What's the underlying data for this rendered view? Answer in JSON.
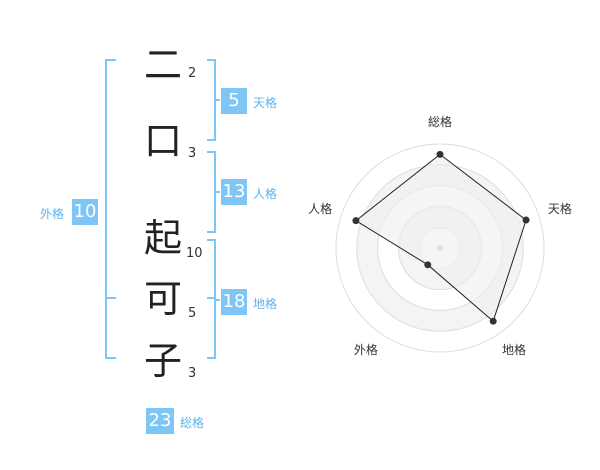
{
  "name": {
    "characters": [
      {
        "char": "二",
        "strokes": "2"
      },
      {
        "char": "口",
        "strokes": "3"
      },
      {
        "char": "起",
        "strokes": "10"
      },
      {
        "char": "可",
        "strokes": "5"
      },
      {
        "char": "子",
        "strokes": "3"
      }
    ]
  },
  "kaku": {
    "tenkaku": {
      "value": "5",
      "label": "天格"
    },
    "jinkaku": {
      "value": "13",
      "label": "人格"
    },
    "chikaku": {
      "value": "18",
      "label": "地格"
    },
    "gaikaku": {
      "value": "10",
      "label": "外格"
    },
    "soukaku": {
      "value": "23",
      "label": "総格"
    }
  },
  "colors": {
    "accent": "#7ec6f5",
    "bracket": "#7ec6f5",
    "text": "#222222"
  },
  "chart_data": {
    "type": "radar",
    "axes": [
      "総格",
      "天格",
      "地格",
      "外格",
      "人格"
    ],
    "values": [
      0.9,
      0.87,
      0.87,
      0.2,
      0.85
    ],
    "rings": 5,
    "fill": "#efefef",
    "stroke": "#222222"
  }
}
